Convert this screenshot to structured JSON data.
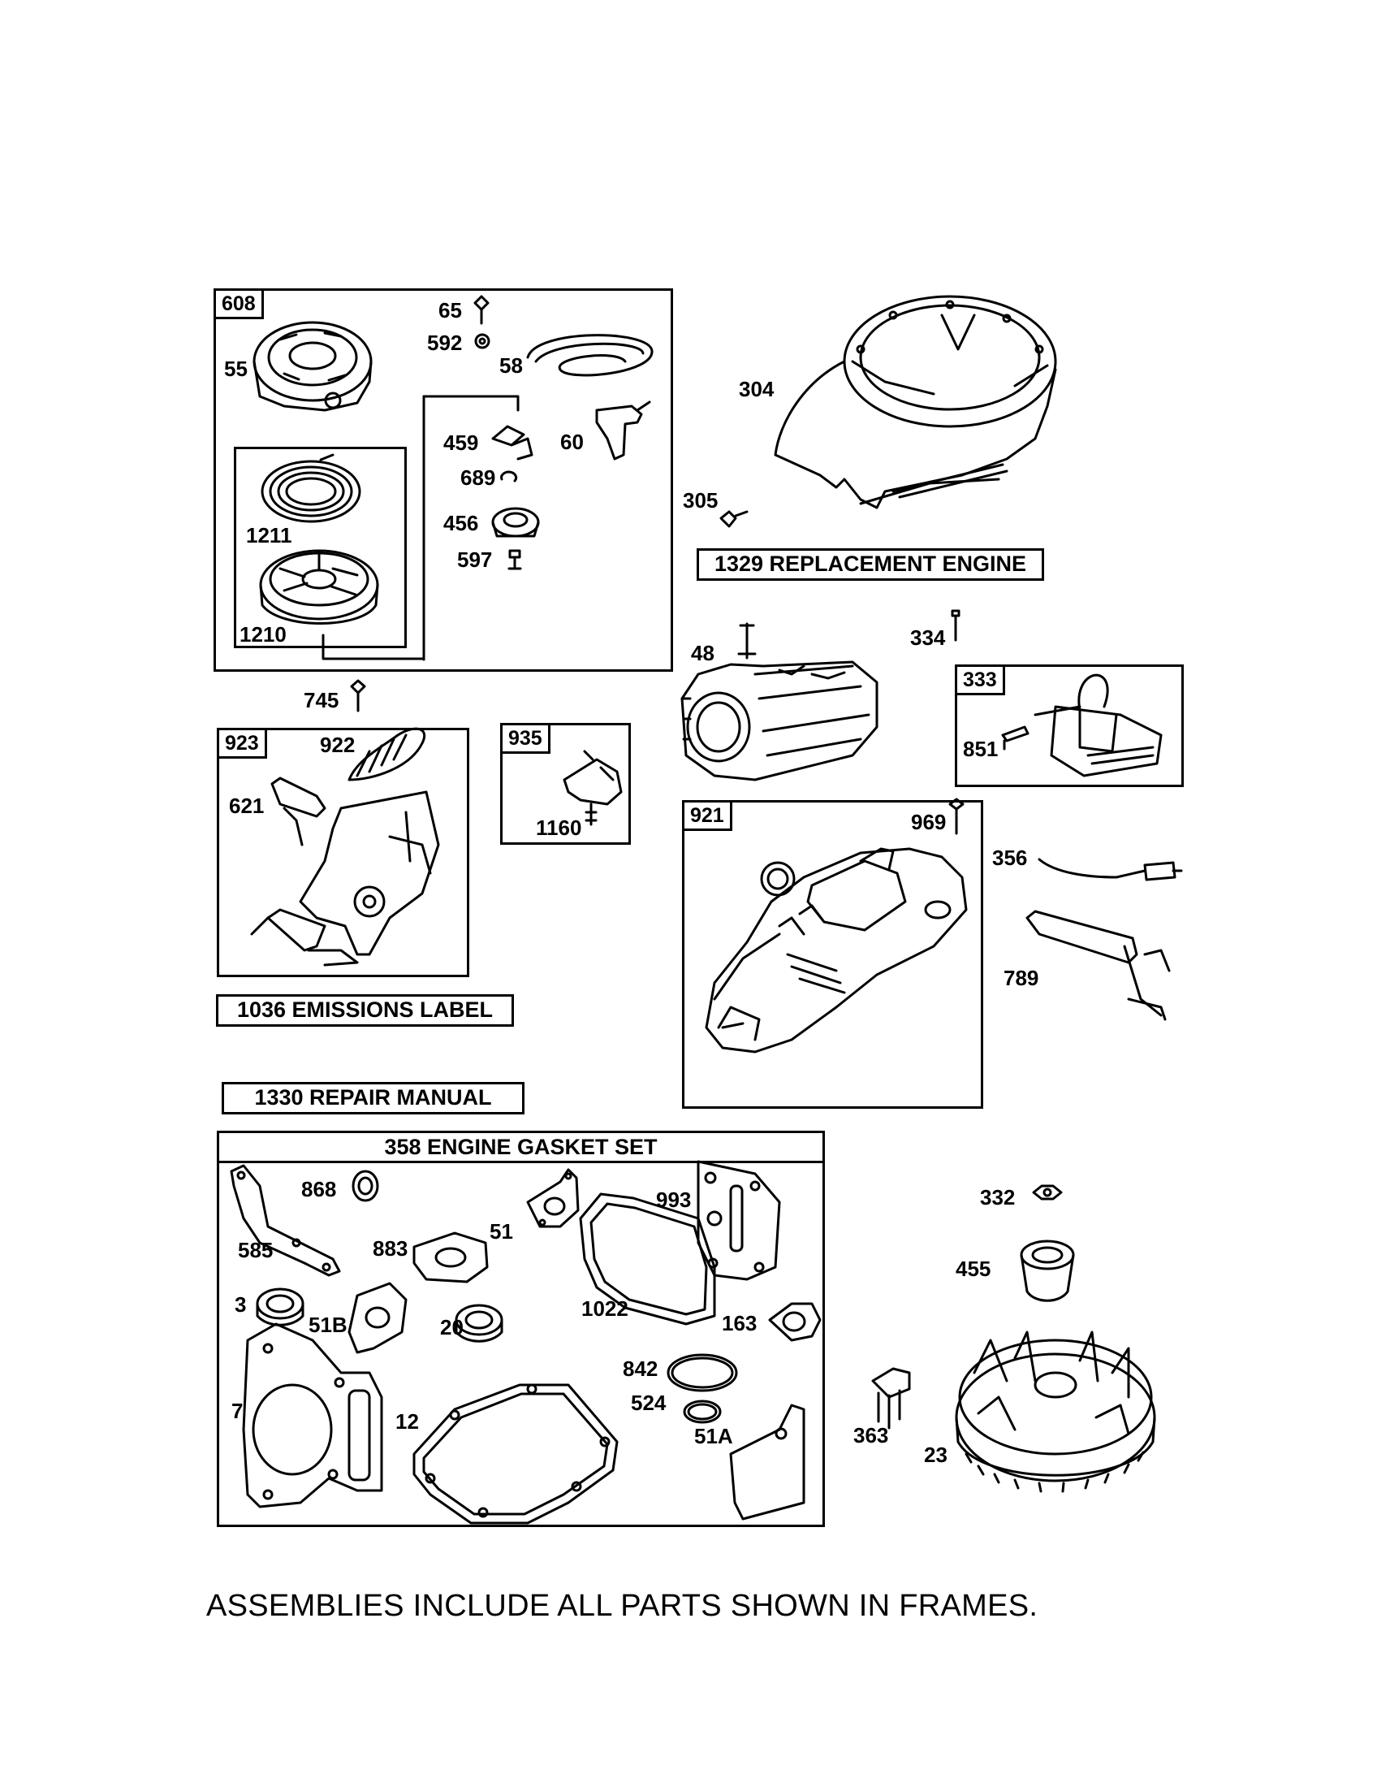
{
  "frames": {
    "recoil_starter": {
      "tag": "608"
    },
    "governor": {
      "tag": "923"
    },
    "bracket": {
      "tag": "935"
    },
    "ignition": {
      "tag": "333"
    },
    "shroud": {
      "tag": "921"
    }
  },
  "banners": {
    "replacement_engine": "1329 REPLACEMENT ENGINE",
    "emissions_label": "1036 EMISSIONS LABEL",
    "repair_manual": "1330 REPAIR MANUAL",
    "gasket_set": "358 ENGINE GASKET SET"
  },
  "callouts": {
    "p65": "65",
    "p592": "592",
    "p58": "58",
    "p55": "55",
    "p459": "459",
    "p60": "60",
    "p689": "689",
    "p456": "456",
    "p597": "597",
    "p1211": "1211",
    "p1210": "1210",
    "p304": "304",
    "p305": "305",
    "p48": "48",
    "p334": "334",
    "p851": "851",
    "p745": "745",
    "p922": "922",
    "p621": "621",
    "p1160": "1160",
    "p969": "969",
    "p356": "356",
    "p789": "789",
    "p868": "868",
    "p585": "585",
    "p883": "883",
    "p51": "51",
    "p993": "993",
    "p3": "3",
    "p51B": "51B",
    "p20": "20",
    "p1022": "1022",
    "p163": "163",
    "p842": "842",
    "p7": "7",
    "p12": "12",
    "p524": "524",
    "p51A": "51A",
    "p332": "332",
    "p455": "455",
    "p363": "363",
    "p23": "23"
  },
  "icons": [
    "recoil-housing-icon",
    "rewind-spring-icon",
    "pulley-icon",
    "blower-housing-icon",
    "cylinder-icon",
    "ignition-armature-icon",
    "governor-control-icon",
    "engine-cover-icon",
    "flywheel-icon",
    "gasket-icon",
    "bolt-icon"
  ],
  "footer": "ASSEMBLIES INCLUDE ALL PARTS SHOWN IN FRAMES."
}
